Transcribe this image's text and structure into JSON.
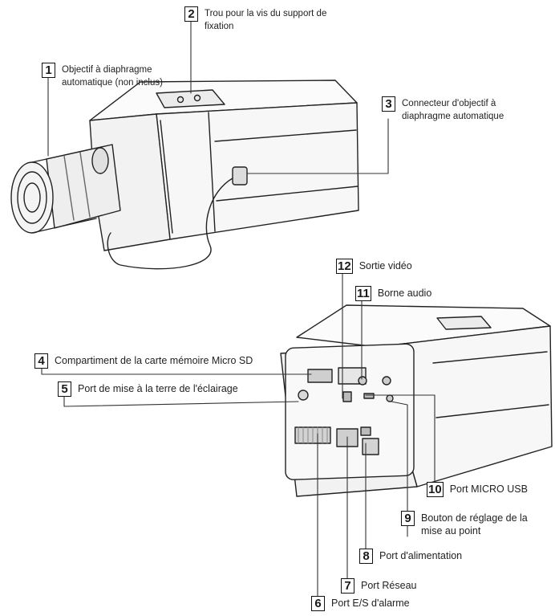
{
  "callouts": [
    {
      "num": "1",
      "text": "Objectif à diaphragme\nautomatique (non inclus)"
    },
    {
      "num": "2",
      "text": "Trou pour la vis du support de\nfixation"
    },
    {
      "num": "3",
      "text": "Connecteur d'objectif à\ndiaphragme automatique"
    },
    {
      "num": "4",
      "text": "Compartiment de la carte mémoire Micro SD"
    },
    {
      "num": "5",
      "text": "Port de mise à la terre de l'éclairage"
    },
    {
      "num": "6",
      "text": "Port E/S d'alarme"
    },
    {
      "num": "7",
      "text": "Port Réseau"
    },
    {
      "num": "8",
      "text": "Port d'alimentation"
    },
    {
      "num": "9",
      "text": "Bouton de réglage de la\nmise au point"
    },
    {
      "num": "10",
      "text": "Port MICRO USB"
    },
    {
      "num": "11",
      "text": "Borne audio"
    },
    {
      "num": "12",
      "text": "Sortie vidéo"
    }
  ]
}
